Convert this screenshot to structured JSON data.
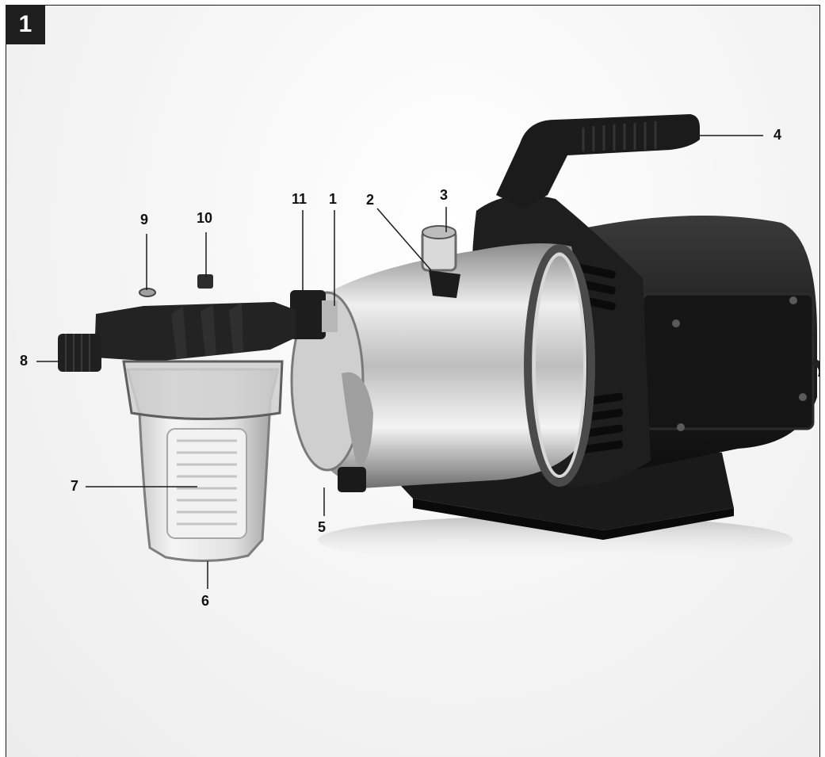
{
  "figure": {
    "number": "1"
  },
  "callouts": [
    {
      "id": "c1",
      "label": "1"
    },
    {
      "id": "c2",
      "label": "2"
    },
    {
      "id": "c3",
      "label": "3"
    },
    {
      "id": "c4",
      "label": "4"
    },
    {
      "id": "c5",
      "label": "5"
    },
    {
      "id": "c6",
      "label": "6"
    },
    {
      "id": "c7",
      "label": "7"
    },
    {
      "id": "c8",
      "label": "8"
    },
    {
      "id": "c9",
      "label": "9"
    },
    {
      "id": "c10",
      "label": "10"
    },
    {
      "id": "c11",
      "label": "11"
    }
  ],
  "colors": {
    "badge": "#1e1e1e",
    "plastic": "#1c1c1c",
    "steel_light": "#e8e8e8",
    "steel_dark": "#6a6a6a"
  }
}
